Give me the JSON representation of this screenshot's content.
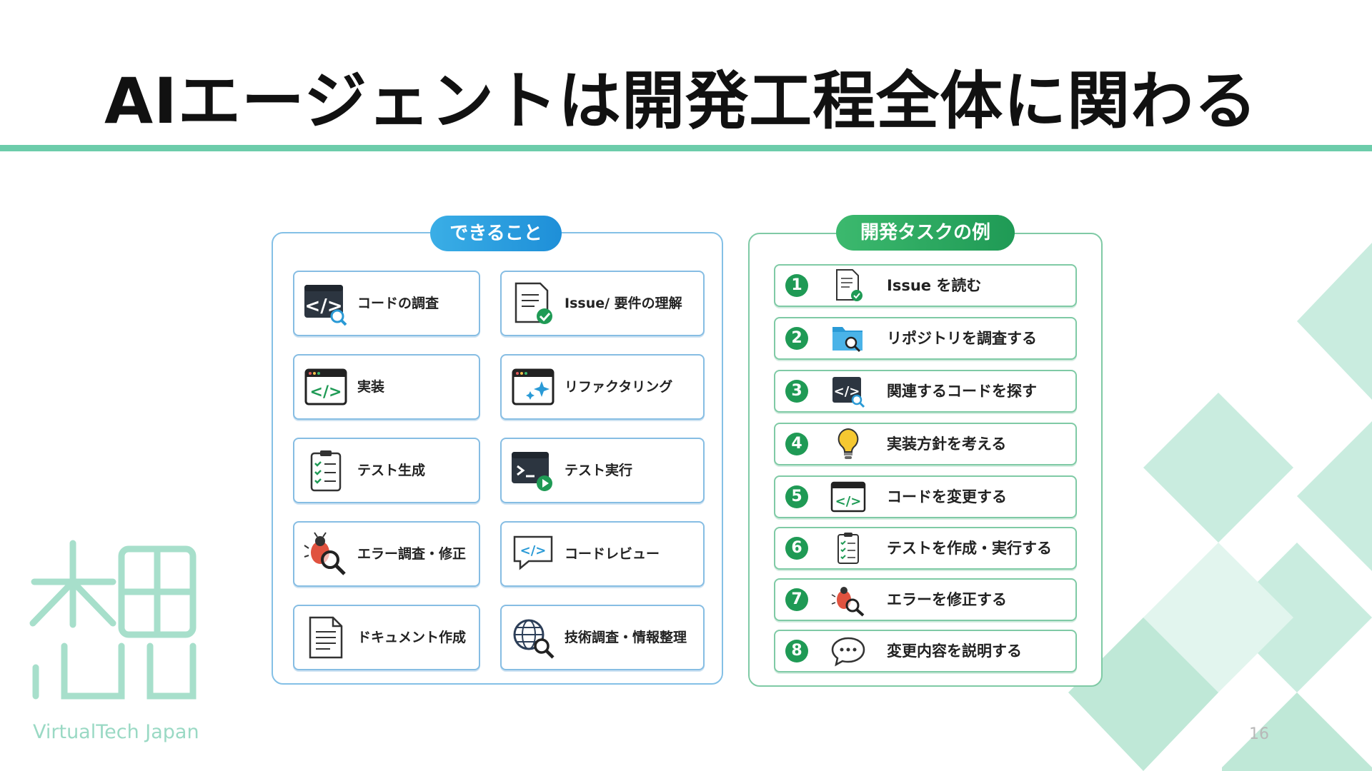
{
  "title": "AIエージェントは開発工程全体に関わる",
  "colors": {
    "accent_green": "#6cccaa",
    "blue": "#1e8fd8",
    "green": "#1f9a55"
  },
  "left_panel": {
    "heading": "できること",
    "cards": [
      {
        "label": "コードの調査",
        "icon": "code-search-icon"
      },
      {
        "label": "Issue/ 要件の理解",
        "icon": "document-check-icon"
      },
      {
        "label": "実装",
        "icon": "code-window-icon"
      },
      {
        "label": "リファクタリング",
        "icon": "sparkle-window-icon"
      },
      {
        "label": "テスト生成",
        "icon": "checklist-icon"
      },
      {
        "label": "テスト実行",
        "icon": "terminal-play-icon"
      },
      {
        "label": "エラー調査・修正",
        "icon": "bug-search-icon"
      },
      {
        "label": "コードレビュー",
        "icon": "code-chat-icon"
      },
      {
        "label": "ドキュメント作成",
        "icon": "document-icon"
      },
      {
        "label": "技術調査・情報整理",
        "icon": "globe-search-icon"
      }
    ]
  },
  "right_panel": {
    "heading": "開発タスクの例",
    "tasks": [
      {
        "num": "1",
        "label": "Issue を読む",
        "icon": "document-check-icon"
      },
      {
        "num": "2",
        "label": "リポジトリを調査する",
        "icon": "folder-search-icon"
      },
      {
        "num": "3",
        "label": "関連するコードを探す",
        "icon": "code-search-icon"
      },
      {
        "num": "4",
        "label": "実装方針を考える",
        "icon": "lightbulb-icon"
      },
      {
        "num": "5",
        "label": "コードを変更する",
        "icon": "code-window-icon"
      },
      {
        "num": "6",
        "label": "テストを作成・実行する",
        "icon": "checklist-icon"
      },
      {
        "num": "7",
        "label": "エラーを修正する",
        "icon": "bug-search-icon"
      },
      {
        "num": "8",
        "label": "変更内容を説明する",
        "icon": "chat-bubble-icon"
      }
    ]
  },
  "footer": {
    "logo_text": "VirtualTech Japan",
    "page_number": "16"
  }
}
